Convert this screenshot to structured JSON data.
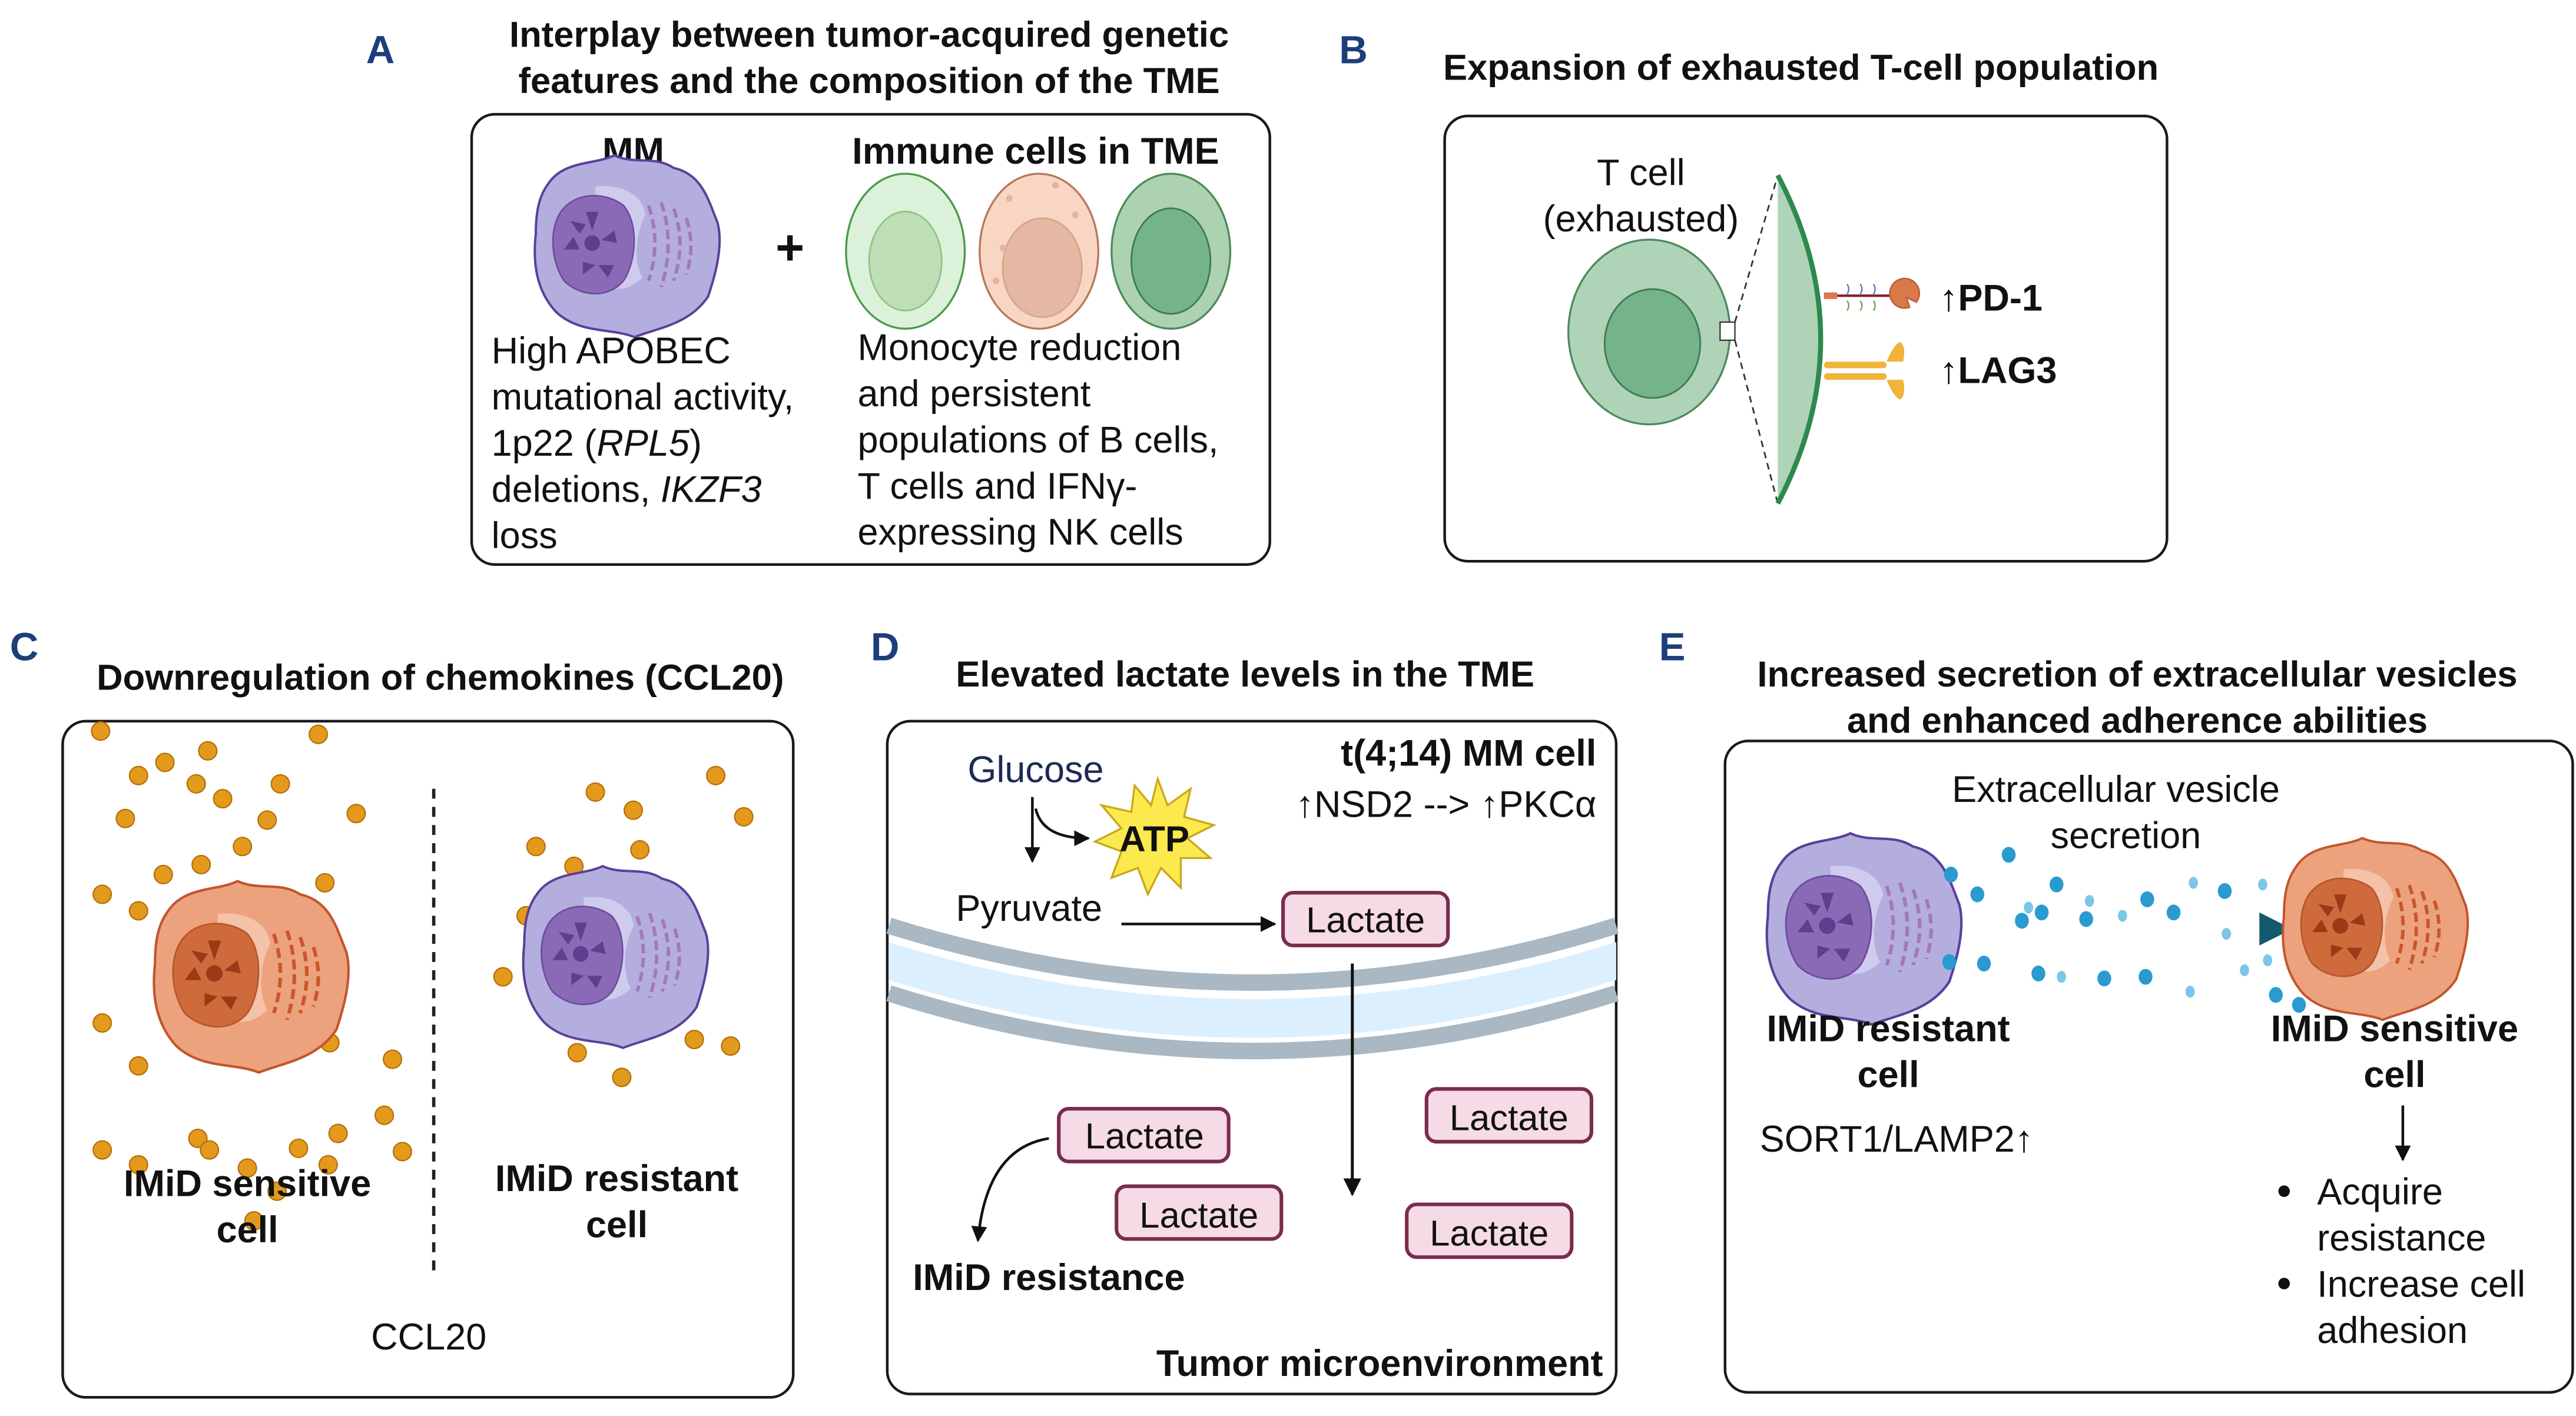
{
  "figure": {
    "panels": {
      "A": {
        "letter": "A",
        "title_line1": "Interplay between tumor-acquired genetic",
        "title_line2": "features and the composition of the TME",
        "mm_heading": "MM",
        "immune_heading": "Immune cells in TME",
        "plus": "+",
        "mm_text": [
          {
            "parts": [
              {
                "t": "High APOBEC",
                "i": false
              }
            ]
          },
          {
            "parts": [
              {
                "t": "mutational activity,",
                "i": false
              }
            ]
          },
          {
            "parts": [
              {
                "t": "1p22 (",
                "i": false
              },
              {
                "t": "RPL5",
                "i": true
              },
              {
                "t": ")",
                "i": false
              }
            ]
          },
          {
            "parts": [
              {
                "t": "deletions, ",
                "i": false
              },
              {
                "t": "IKZF3",
                "i": true
              }
            ]
          },
          {
            "parts": [
              {
                "t": "loss",
                "i": false
              }
            ]
          }
        ],
        "immune_text": [
          "Monocyte reduction",
          "and persistent",
          "populations of B cells,",
          "T cells and IFNγ-",
          "expressing NK cells"
        ]
      },
      "B": {
        "letter": "B",
        "title": "Expansion of exhausted T-cell population",
        "cell_label_line1": "T cell",
        "cell_label_line2": "(exhausted)",
        "markers": [
          "↑PD-1",
          "↑LAG3"
        ]
      },
      "C": {
        "letter": "C",
        "title": "Downregulation of chemokines (CCL20)",
        "left_label_line1": "IMiD sensitive",
        "left_label_line2": "cell",
        "right_label_line1": "IMiD resistant",
        "right_label_line2": "cell",
        "legend": "CCL20"
      },
      "D": {
        "letter": "D",
        "title": "Elevated lactate levels in the TME",
        "cell_type": "t(4;14) MM cell",
        "pathway": "↑NSD2 --> ↑PKCα",
        "glucose": "Glucose",
        "atp": "ATP",
        "pyruvate": "Pyruvate",
        "lactate": "Lactate",
        "outcome": "IMiD resistance",
        "region": "Tumor microenvironment"
      },
      "E": {
        "letter": "E",
        "title_line1": "Increased secretion of extracellular vesicles",
        "title_line2": "and enhanced adherence abilities",
        "process_line1": "Extracellular vesicle",
        "process_line2": "secretion",
        "donor_line1": "IMiD resistant",
        "donor_line2": "cell",
        "donor_markers": "SORT1/LAMP2↑",
        "recipient_line1": "IMiD sensitive",
        "recipient_line2": "cell",
        "bullets": [
          {
            "line1": "Acquire",
            "line2": "resistance"
          },
          {
            "line1": "Increase cell",
            "line2": "adhesion"
          }
        ]
      }
    },
    "colors": {
      "panel_letter": "#1c3f7a",
      "mm_cell": "#b3aede",
      "sensitive_cell": "#eda27e",
      "chemokine": "#e39a1c",
      "lactate_fill": "#f6dbe6",
      "lactate_border": "#7a2c4e",
      "vesicle": "#2a9ad0",
      "t_cell": "#aed3b6"
    }
  }
}
